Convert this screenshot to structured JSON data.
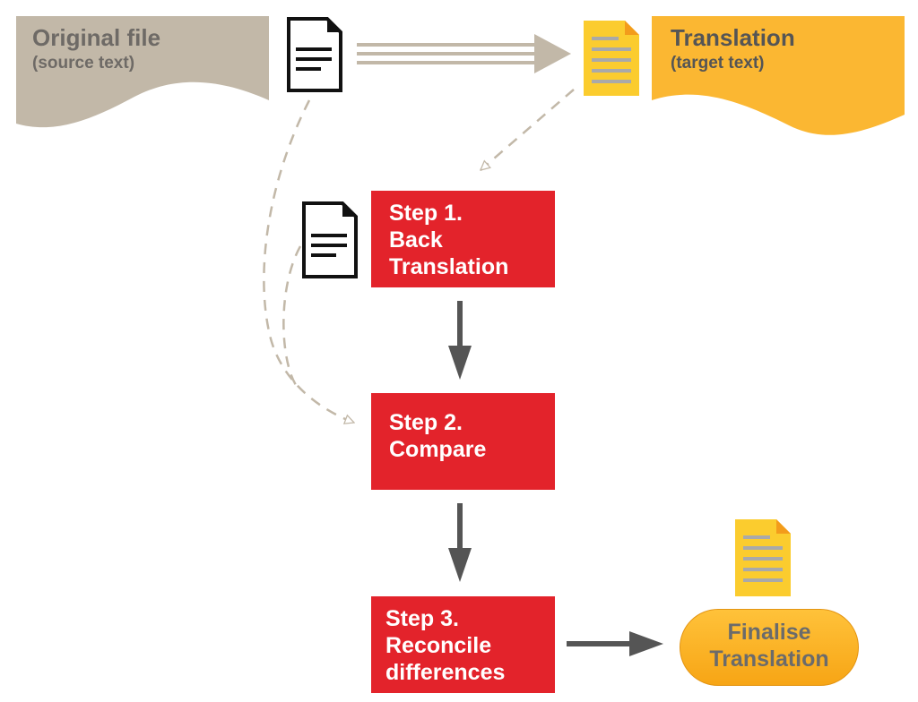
{
  "source": {
    "title": "Original file",
    "subtitle": "(source text)"
  },
  "target": {
    "title": "Translation",
    "subtitle": "(target text)"
  },
  "steps": [
    {
      "lines": [
        "Step 1.",
        "Back",
        "Translation"
      ]
    },
    {
      "lines": [
        "Step 2.",
        "Compare"
      ]
    },
    {
      "lines": [
        "Step 3.",
        "Reconcile",
        "differences"
      ]
    }
  ],
  "final": {
    "lines": [
      "Finalise",
      "Translation"
    ]
  },
  "colors": {
    "source_banner": "#c2b8a8",
    "target_banner": "#fbb732",
    "step_box": "#e3232b",
    "dashed_arrow": "#c2b8a8",
    "solid_arrow": "#555555",
    "doc_yellow": "#fbcc2e",
    "doc_fold": "#f39c1b",
    "doc_lines": "#a9a9a9"
  },
  "icons": [
    "document-outline-icon",
    "document-yellow-icon"
  ]
}
